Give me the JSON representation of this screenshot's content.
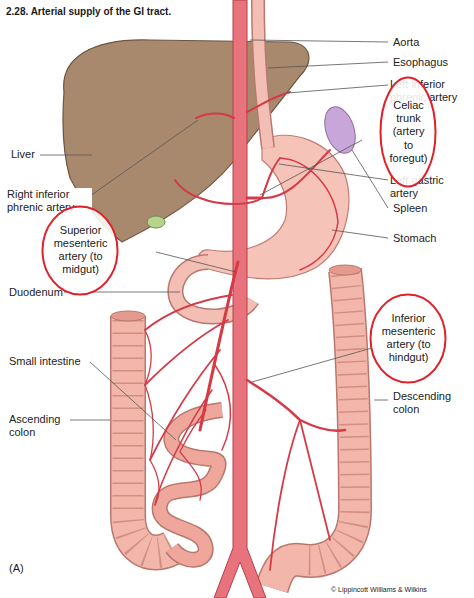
{
  "diagram": {
    "title": "2.28. Arterial supply of the GI tract.",
    "nodes": [
      {
        "text": [
          "Celiac trunk (artery to foregut)"
        ]
      },
      {
        "text": [
          "Superior mesenteric artery (to midgut)"
        ]
      },
      {
        "text": [
          "Inferior mesenteric artery (to hindgut)"
        ]
      }
    ],
    "labels": [
      "Aorta",
      "Esophagus",
      "Left inferior phrenic artery",
      "Liver",
      "Left gastric artery",
      "Right inferior phrenic artery",
      "Spleen",
      "Stomach",
      "Duodenum",
      "Small intestine",
      "Ascending colon",
      "Descending colon",
      "(A)",
      "© Lippincott Williams & Wilkins"
    ]
  }
}
